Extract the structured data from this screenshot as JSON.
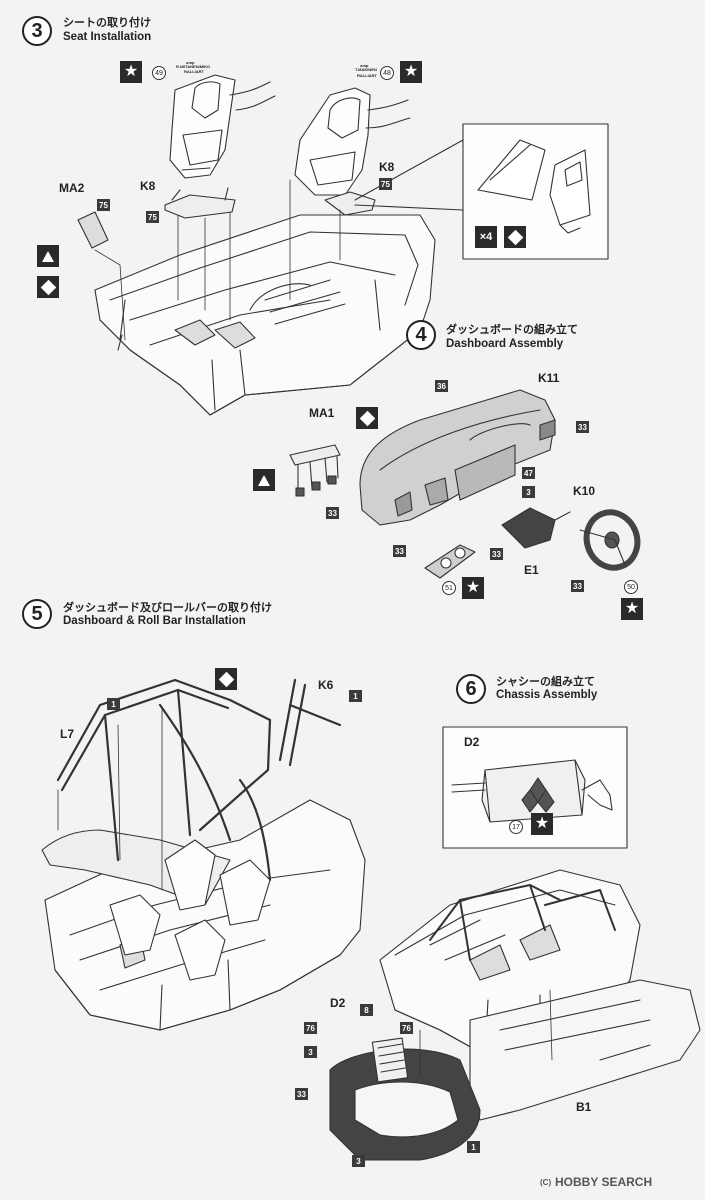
{
  "steps": [
    {
      "num": "3",
      "jp": "シートの取り付け",
      "en": "Seat Installation"
    },
    {
      "num": "4",
      "jp": "ダッシュボードの組み立て",
      "en": "Dashboard Assembly"
    },
    {
      "num": "5",
      "jp": "ダッシュボード及びロールバーの取り付け",
      "en": "Dashboard & Roll Bar Installation"
    },
    {
      "num": "6",
      "jp": "シャシーの組み立て",
      "en": "Chassis Assembly"
    }
  ],
  "seat_labels": {
    "left_decal_brand": "omp",
    "left_decal_line1": "R.NIITANEN/MIKO",
    "left_decal_line2": "RALLIART",
    "right_decal_brand": "omp",
    "right_decal_line1": "T.MAKINEN",
    "right_decal_line2": "RALLIART"
  },
  "labels": {
    "ma2": "MA2",
    "k8_left": "K8",
    "k8_right": "K8",
    "ma1": "MA1",
    "k11": "K11",
    "k10": "K10",
    "e1": "E1",
    "l7": "L7",
    "k6": "K6",
    "d2_box": "D2",
    "d2": "D2",
    "b1": "B1",
    "x4": "×4"
  },
  "part_numbers": {
    "p75a": "75",
    "p75b": "75",
    "p75c": "75",
    "p36": "36",
    "p33a": "33",
    "p47": "47",
    "p3a": "3",
    "p33b": "33",
    "p33c": "33",
    "p33d": "33",
    "p33e": "33",
    "p1a": "1",
    "p1b": "1",
    "p76a": "76",
    "p8": "8",
    "p76b": "76",
    "p3b": "3",
    "p33f": "33",
    "p1c": "1",
    "p3c": "3"
  },
  "decal_numbers": {
    "d49": "49",
    "d48": "48",
    "d51": "51",
    "d50": "50",
    "d17": "17"
  },
  "watermark": {
    "copyright": "(C)",
    "brand": "HOBBY SEARCH"
  }
}
